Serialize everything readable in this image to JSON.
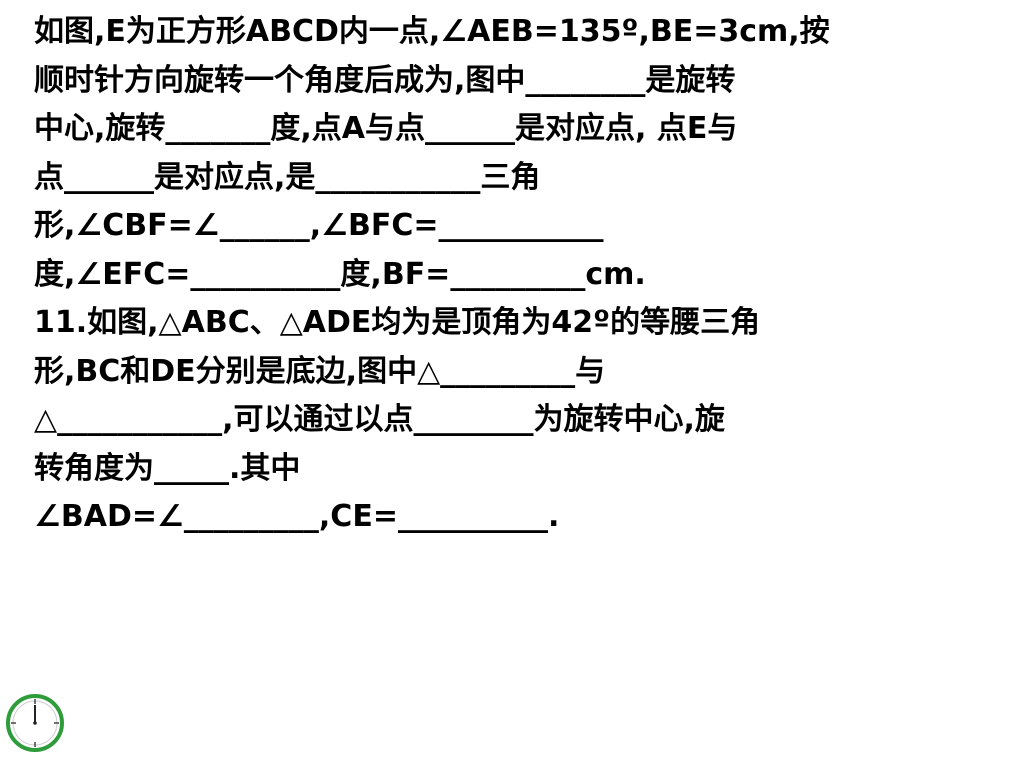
{
  "lines": [
    "如图,E为正方形ABCD内一点,∠AEB=135º,BE=3cm,按",
    "顺时针方向旋转一个角度后成为,图中________是旋转",
    "中心,旋转_______度,点A与点______是对应点, 点E与",
    "点______是对应点,是___________三角",
    "形,∠CBF=∠______,∠BFC=___________",
    "度,∠EFC=__________度,BF=_________cm.",
    "11.如图,△ABC、△ADE均为是顶角为42º的等腰三角",
    "形,BC和DE分别是底边,图中△_________与",
    "△___________,可以通过以点________为旋转中心,旋",
    "转角度为_____.其中",
    "∠BAD=∠_________,CE=__________."
  ],
  "clock": {
    "icon": "clock-icon",
    "color": "#2e9c3a"
  }
}
